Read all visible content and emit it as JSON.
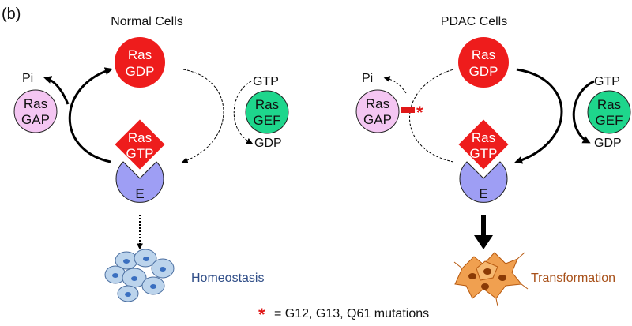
{
  "panel_label": "(b)",
  "normal": {
    "title": "Normal Cells",
    "ras_gdp": [
      "Ras",
      "GDP"
    ],
    "ras_gtp": [
      "Ras",
      "GTP"
    ],
    "ras_gap": [
      "Ras",
      "GAP"
    ],
    "ras_gef": [
      "Ras",
      "GEF"
    ],
    "effector": "E",
    "pi": "Pi",
    "gtp": "GTP",
    "gdp": "GDP",
    "outcome": "Homeostasis"
  },
  "pdac": {
    "title": "PDAC Cells",
    "ras_gdp": [
      "Ras",
      "GDP"
    ],
    "ras_gtp": [
      "Ras",
      "GTP"
    ],
    "ras_gap": [
      "Ras",
      "GAP"
    ],
    "ras_gef": [
      "Ras",
      "GEF"
    ],
    "effector": "E",
    "pi": "Pi",
    "gtp": "GTP",
    "gdp": "GDP",
    "outcome": "Transformation"
  },
  "legend": {
    "symbol": "*",
    "text": "= G12, G13, Q61 mutations"
  },
  "colors": {
    "ras_red": "#ee1c1c",
    "gap_pink": "#f4c6f2",
    "gef_green": "#1ed68c",
    "effector_blue": "#9e9ef4",
    "homeostasis_text": "#2f4d87",
    "transformation_text": "#a8511a",
    "mutation_red": "#e01818",
    "cell_blue": "#bcd4ec",
    "cell_orange": "#f0a050"
  }
}
